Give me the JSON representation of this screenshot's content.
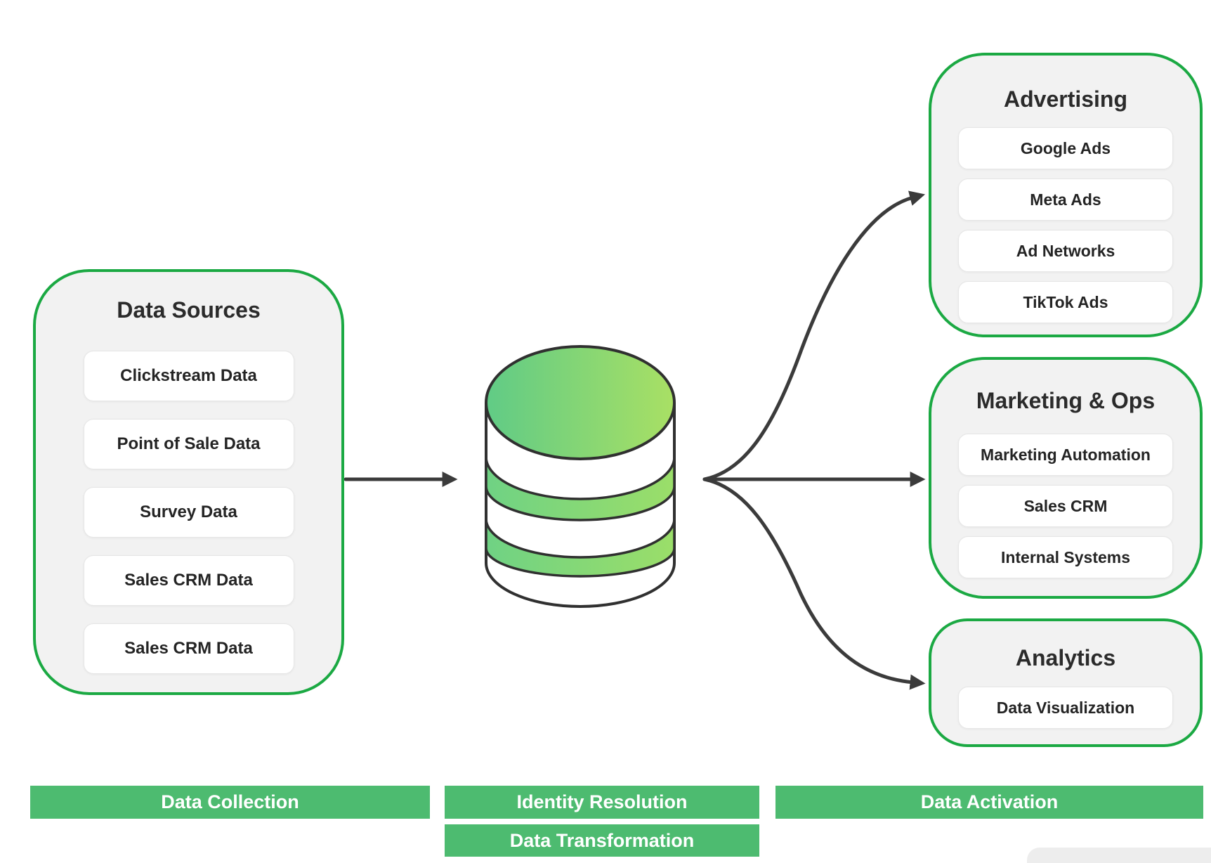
{
  "panels": [
    {
      "id": "data-sources",
      "title": "Data Sources",
      "items": [
        "Clickstream Data",
        "Point of Sale Data",
        "Survey Data",
        "Sales CRM Data",
        "Sales CRM Data"
      ]
    },
    {
      "id": "advertising",
      "title": "Advertising",
      "items": [
        "Google Ads",
        "Meta Ads",
        "Ad Networks",
        "TikTok Ads"
      ]
    },
    {
      "id": "marketing-ops",
      "title": "Marketing & Ops",
      "items": [
        "Marketing Automation",
        "Sales CRM",
        "Internal Systems"
      ]
    },
    {
      "id": "analytics",
      "title": "Analytics",
      "items": [
        "Data Visualization"
      ]
    }
  ],
  "banners": [
    {
      "label": "Data Collection"
    },
    {
      "label": "Identity Resolution"
    },
    {
      "label": "Data Transformation"
    },
    {
      "label": "Data Activation"
    }
  ],
  "icons": {
    "database": "database-cylinder-icon"
  },
  "colors": {
    "green_border": "#1BA943",
    "green_banner": "#4DBB70",
    "panel_bg": "#F2F2F2",
    "item_bg": "#FFFFFF",
    "item_border": "#E6E6E6",
    "text_dark": "#2B2B2B",
    "arrow": "#3B3B3B",
    "cyl_left": "#60CB86",
    "cyl_right": "#A9E064",
    "outline": "#303030",
    "watermark": "#EDEDED"
  }
}
